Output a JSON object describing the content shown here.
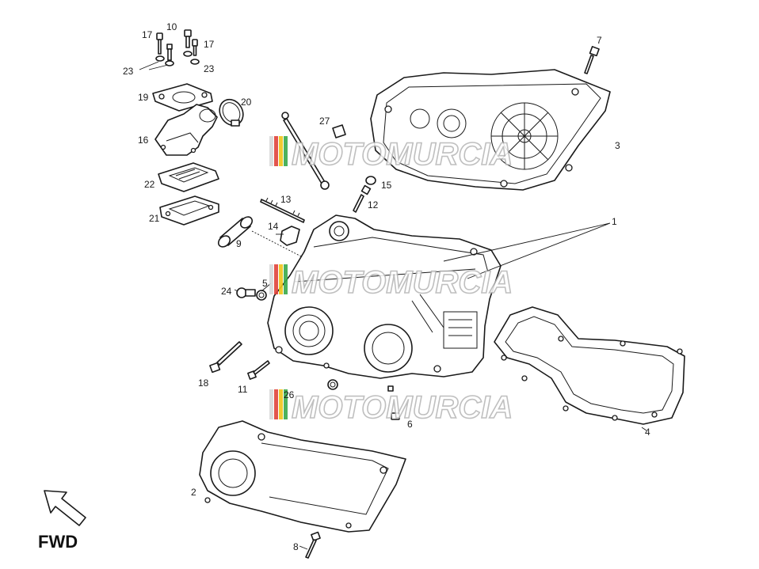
{
  "diagram": {
    "direction_label": "FWD",
    "watermark_text": "MOTOMURCIA",
    "watermark_colors": [
      "#d8d8d8",
      "#e0433a",
      "#f0c419",
      "#3aaa4a"
    ],
    "callouts": {
      "c1": "1",
      "c2": "2",
      "c3": "3",
      "c4": "4",
      "c5": "5",
      "c6": "6",
      "c7": "7",
      "c8": "8",
      "c9": "9",
      "c10": "10",
      "c11": "11",
      "c12": "12",
      "c13": "13",
      "c14": "14",
      "c15": "15",
      "c16": "16",
      "c17a": "17",
      "c17b": "17",
      "c18": "18",
      "c19": "19",
      "c20": "20",
      "c21": "21",
      "c22": "22",
      "c23a": "23",
      "c23b": "23",
      "c24": "24",
      "c26": "26",
      "c27": "27"
    }
  }
}
